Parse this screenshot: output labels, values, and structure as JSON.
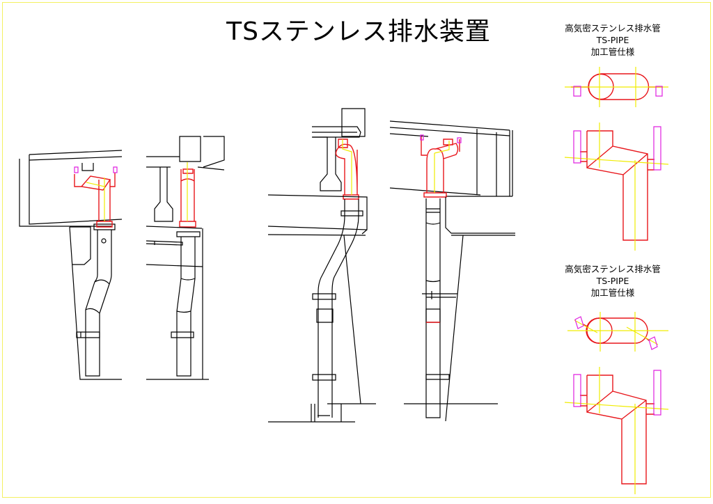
{
  "title": "TSステンレス排水装置",
  "spec_blocks": [
    {
      "line1": "高気密ステンレス排水管",
      "line2": "TS-PIPE",
      "line3": "加工管仕様"
    },
    {
      "line1": "高気密ステンレス排水管",
      "line2": "TS-PIPE",
      "line3": "加工管仕様"
    }
  ],
  "colors": {
    "outline": "#000000",
    "pipe": "#e8161b",
    "centerline": "#f0ec00",
    "bracket": "#e020e0",
    "frame": "#f4f060"
  }
}
